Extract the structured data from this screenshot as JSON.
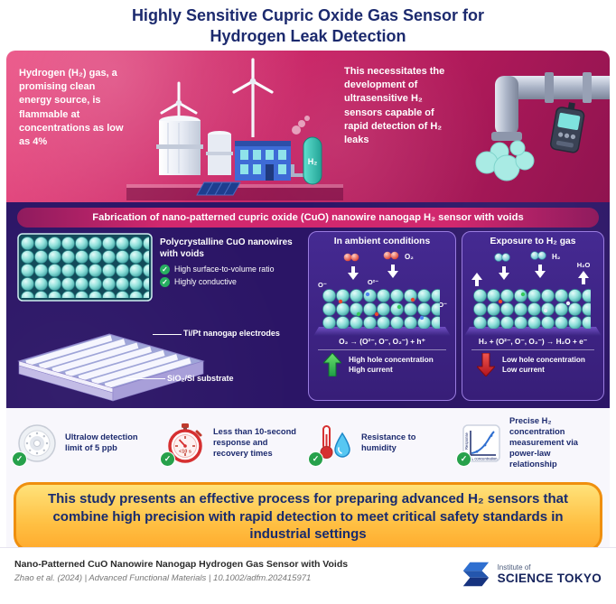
{
  "colors": {
    "navy_text": "#1c2a6e",
    "hero_magenta": "#c71f62",
    "purple_bg": "#2b1566",
    "teal_sphere": "#8fe0da",
    "banner_orange_border": "#ef8f0e",
    "green_check": "#27a14b",
    "red_arrow": "#c4161c"
  },
  "header": {
    "title_line1": "Highly Sensitive Cupric Oxide Gas Sensor for",
    "title_line2": "Hydrogen Leak Detection"
  },
  "hero": {
    "left_text": "Hydrogen (H₂) gas, a promising clean energy source, is flammable at concentrations as low as 4%",
    "right_text": "This necessitates the development of ultrasensitive H₂ sensors capable of rapid detection of H₂ leaks",
    "tank_label": "H₂"
  },
  "fabrication": {
    "banner": "Fabrication of nano-patterned cupric oxide (CuO) nanowire nanogap H₂ sensor with voids",
    "nanowires": {
      "title": "Polycrystalline CuO nanowires with voids",
      "bullets": [
        "High surface-to-volume ratio",
        "Highly conductive"
      ],
      "electrode_label": "Ti/Pt nanogap electrodes",
      "substrate_label": "SiO₂/Si substrate"
    },
    "ambient": {
      "title": "In ambient conditions",
      "molecule_label": "O₂",
      "species_left": "O⁻",
      "species_center": "O²⁻",
      "species_right": "O⁻",
      "equation": "O₂ → (O²⁻, O⁻, O₂⁻) + h⁺",
      "arrow_lines": [
        "High hole concentration",
        "High current"
      ]
    },
    "exposure": {
      "title": "Exposure to H₂ gas",
      "molecule_label": "H₂",
      "product_label": "H₂O",
      "equation": "H₂ + (O²⁻, O⁻, O₂⁻) → H₂O + e⁻",
      "arrow_lines": [
        "Low hole concentration",
        "Low current"
      ]
    }
  },
  "features": [
    {
      "icon": "smoke-detector-icon",
      "text": "Ultralow detection limit of 5 ppb"
    },
    {
      "icon": "stopwatch-icon",
      "dial_text": "<10 s",
      "text": "Less than 10-second response and recovery times"
    },
    {
      "icon": "thermometer-droplet-icon",
      "text": "Resistance to humidity"
    },
    {
      "icon": "power-law-graph-icon",
      "graph_ylabel": "Response",
      "graph_xlabel": "H₂ concentration",
      "text": "Precise H₂ concentration measurement via power-law relationship"
    }
  ],
  "conclusion": "This study presents an effective process for preparing advanced H₂ sensors that combine high precision with rapid detection to meet critical safety standards in industrial settings",
  "footer": {
    "paper_title": "Nano-Patterned CuO Nanowire Nanogap Hydrogen Gas Sensor with Voids",
    "citation": "Zhao et al. (2024) | Advanced Functional Materials | 10.1002/adfm.202415971",
    "logo_top": "Institute of",
    "logo_bottom": "SCIENCE TOKYO"
  }
}
